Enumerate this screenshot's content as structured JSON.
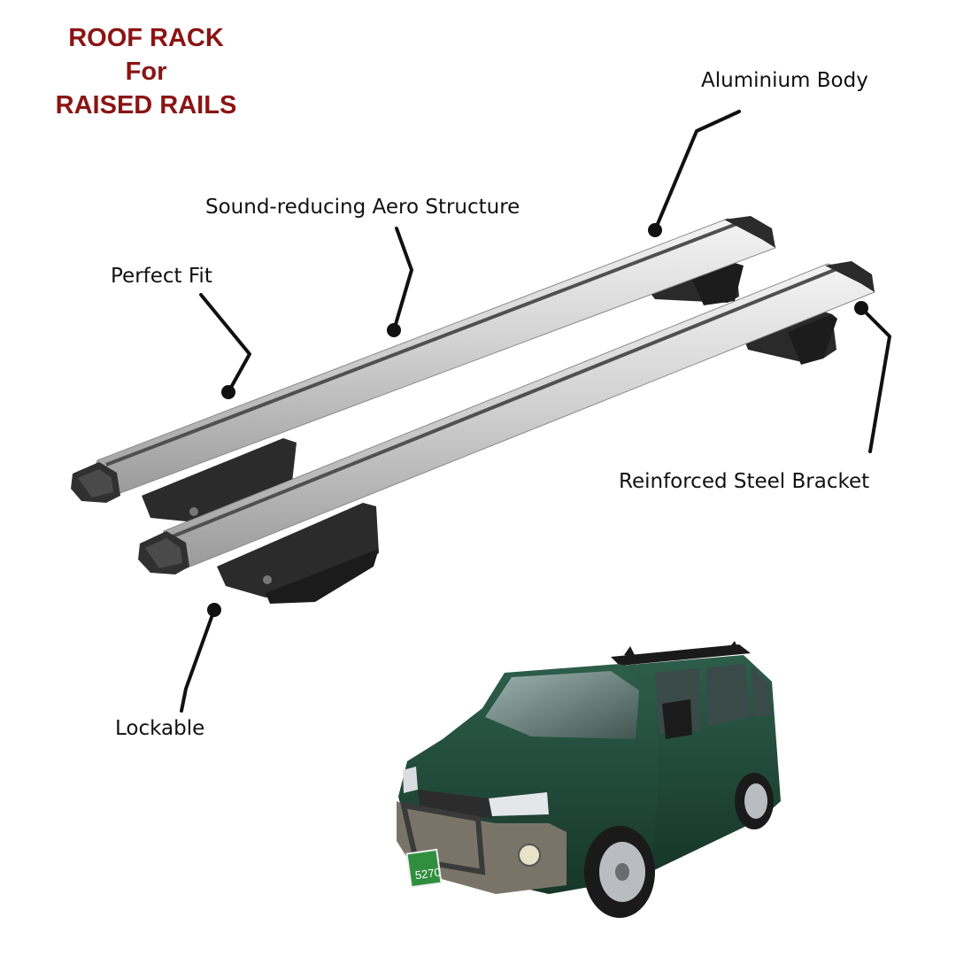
{
  "title": {
    "line1": "ROOF RACK",
    "line2": "For",
    "line3": "RAISED RAILS"
  },
  "callouts": {
    "aluminium_body": "Aluminium Body",
    "aero_structure": "Sound-reducing Aero Structure",
    "perfect_fit": "Perfect Fit",
    "steel_bracket": "Reinforced Steel Bracket",
    "lockable": "Lockable"
  },
  "van": {
    "license_plate": "5270"
  },
  "colors": {
    "title": "#8b1414",
    "label": "#111111",
    "bar_silver": "#c9c9c9",
    "bracket_black": "#262626",
    "van_green": "#1f4a3a",
    "van_bumper": "#7a7468"
  }
}
